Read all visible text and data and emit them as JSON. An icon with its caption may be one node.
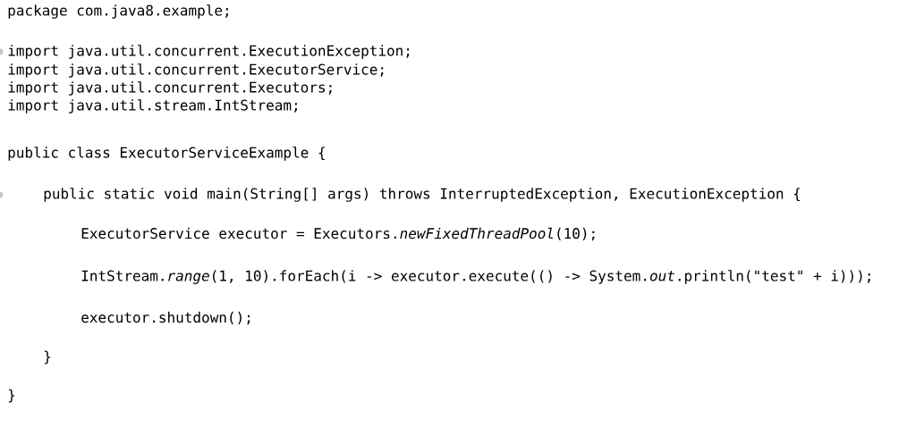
{
  "diagram": {
    "labels": [
      "package com.java8.example;",
      "import java.util.concurrent.ExecutionException;",
      "import java.util.concurrent.ExecutorService;",
      "import java.util.concurrent.Executors;",
      "import java.util.stream.IntStream;",
      "public class ExecutorServiceExample {",
      "public static void main(String[] args) throws InterruptedException, ExecutionException {",
      "ExecutorService executor = Executors.*newFixedThreadPool*(10);",
      "IntStream.*range*(1, 10).forEach(i -> executor.execute(() -> System.*out*.println(\"test\" + i)));",
      "executor.shutdown();",
      "}",
      "}"
    ]
  }
}
